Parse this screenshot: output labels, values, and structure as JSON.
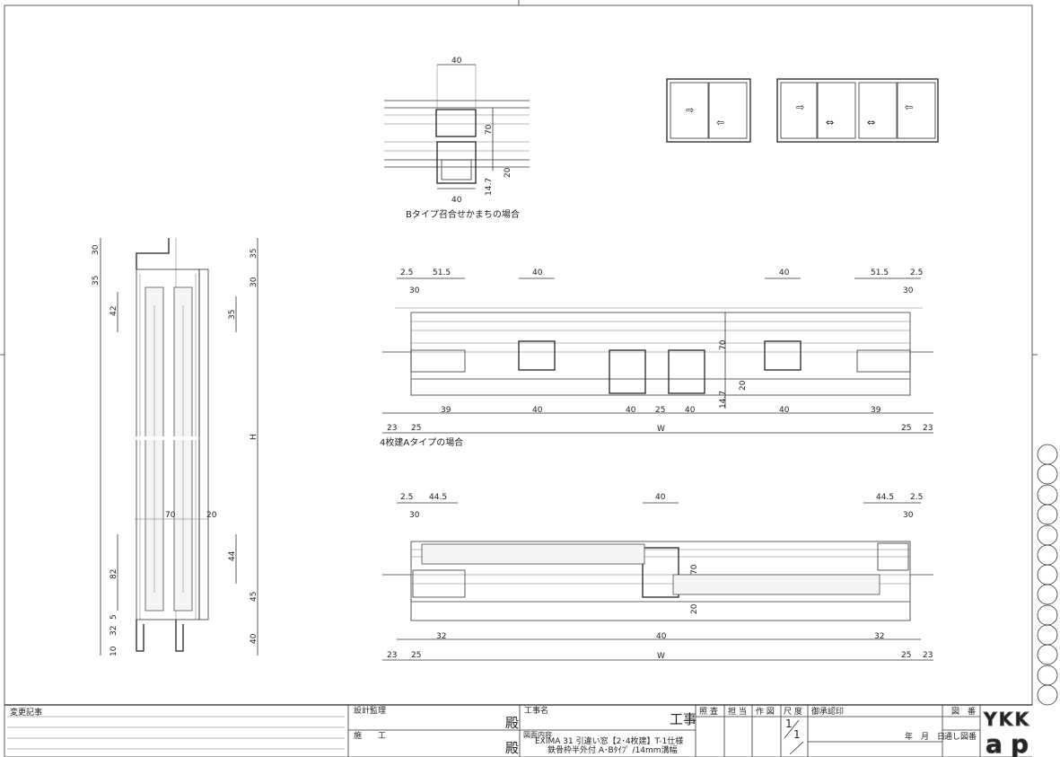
{
  "detail_top": {
    "caption": "Bタイプ召合せかまちの場合",
    "dims": [
      "40",
      "70",
      "40",
      "20",
      "14.7"
    ]
  },
  "section_vertical": {
    "dims_left": [
      "30",
      "35",
      "42",
      "82",
      "5",
      "32",
      "10"
    ],
    "dims_right": [
      "35",
      "30",
      "35",
      "H",
      "44",
      "45",
      "40"
    ],
    "dims_mid": [
      "70",
      "20"
    ]
  },
  "plan_4panel": {
    "caption": "4枚建Aタイプの場合",
    "dims_top": [
      "2.5",
      "51.5",
      "30",
      "40",
      "40",
      "51.5",
      "2.5",
      "30"
    ],
    "dims_side": [
      "70",
      "20",
      "14.7"
    ],
    "dims_bottom": [
      "23",
      "25",
      "39",
      "40",
      "40",
      "25",
      "40",
      "40",
      "39",
      "25",
      "23"
    ],
    "width_label": "W"
  },
  "plan_2panel": {
    "dims_top": [
      "2.5",
      "44.5",
      "30",
      "40",
      "44.5",
      "2.5",
      "30"
    ],
    "dims_side": [
      "70",
      "20"
    ],
    "dims_bottom": [
      "23",
      "25",
      "32",
      "40",
      "32",
      "25",
      "23"
    ],
    "width_label": "W"
  },
  "title_block": {
    "revision_label": "変更記事",
    "design_supervision": "設計監理",
    "construction": "施　　工",
    "honorific": "殿",
    "project_name_label": "工事名",
    "project_suffix": "工事",
    "drawing_content_label": "図面内容",
    "drawing_content_line1": "EXIMA 31 引違い窓【2･4枚建】T-1仕様",
    "drawing_content_line2": "鉄骨枠半外付 A･Bﾀｲﾌﾟ /14mm溝幅",
    "checked": "照 査",
    "in_charge": "担 当",
    "drafted": "作 図",
    "scale_label": "尺 度",
    "scale_num": "1",
    "scale_den": "1",
    "approval": "御承認印",
    "date_label": "年　月　日",
    "drawing_no": "図　番",
    "serial_no": "通し図番",
    "logo": "YKK ap"
  }
}
